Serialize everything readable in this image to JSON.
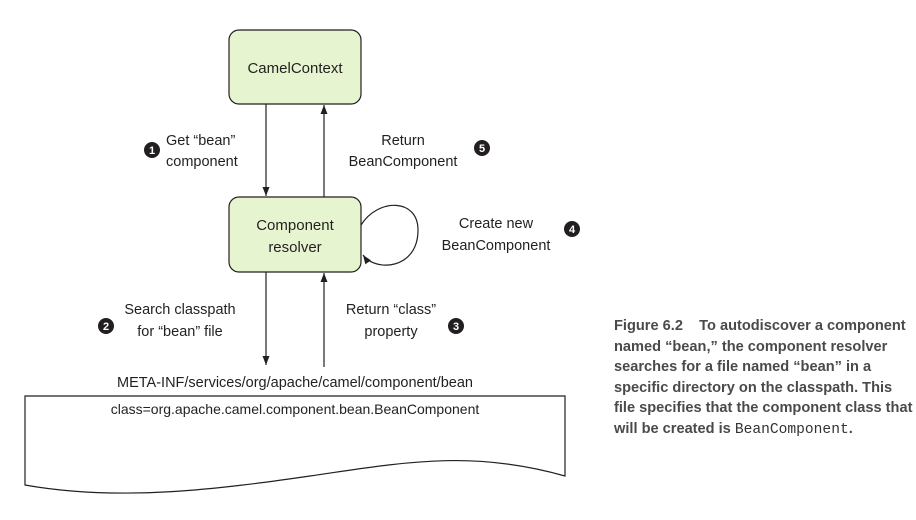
{
  "diagram": {
    "nodes": {
      "camel_context": {
        "label": "CamelContext"
      },
      "resolver": {
        "label_lines": [
          "Component",
          "resolver"
        ]
      },
      "file": {
        "path": "META-INF/services/org/apache/camel/component/bean",
        "content": "class=org.apache.camel.component.bean.BeanComponent"
      }
    },
    "steps": [
      {
        "number": "1",
        "label_lines": [
          "Get “bean”",
          "component"
        ]
      },
      {
        "number": "2",
        "label_lines": [
          "Search classpath",
          "for “bean” file"
        ]
      },
      {
        "number": "3",
        "label_lines": [
          "Return “class”",
          "property"
        ]
      },
      {
        "number": "4",
        "label_lines": [
          "Create new",
          "BeanComponent"
        ]
      },
      {
        "number": "5",
        "label_lines": [
          "Return",
          "BeanComponent"
        ]
      }
    ],
    "colors": {
      "box_fill": "#e6f5d0",
      "box_stroke": "#231f20",
      "step_circle": "#231f20"
    }
  },
  "caption": {
    "figure_label": "Figure 6.2",
    "text": "To autodiscover a component named “bean,” the component resolver searches for a file named “bean” in a specific directory on the classpath. This file specifies that the component class that will be created is ",
    "code": "BeanComponent",
    "end": "."
  }
}
